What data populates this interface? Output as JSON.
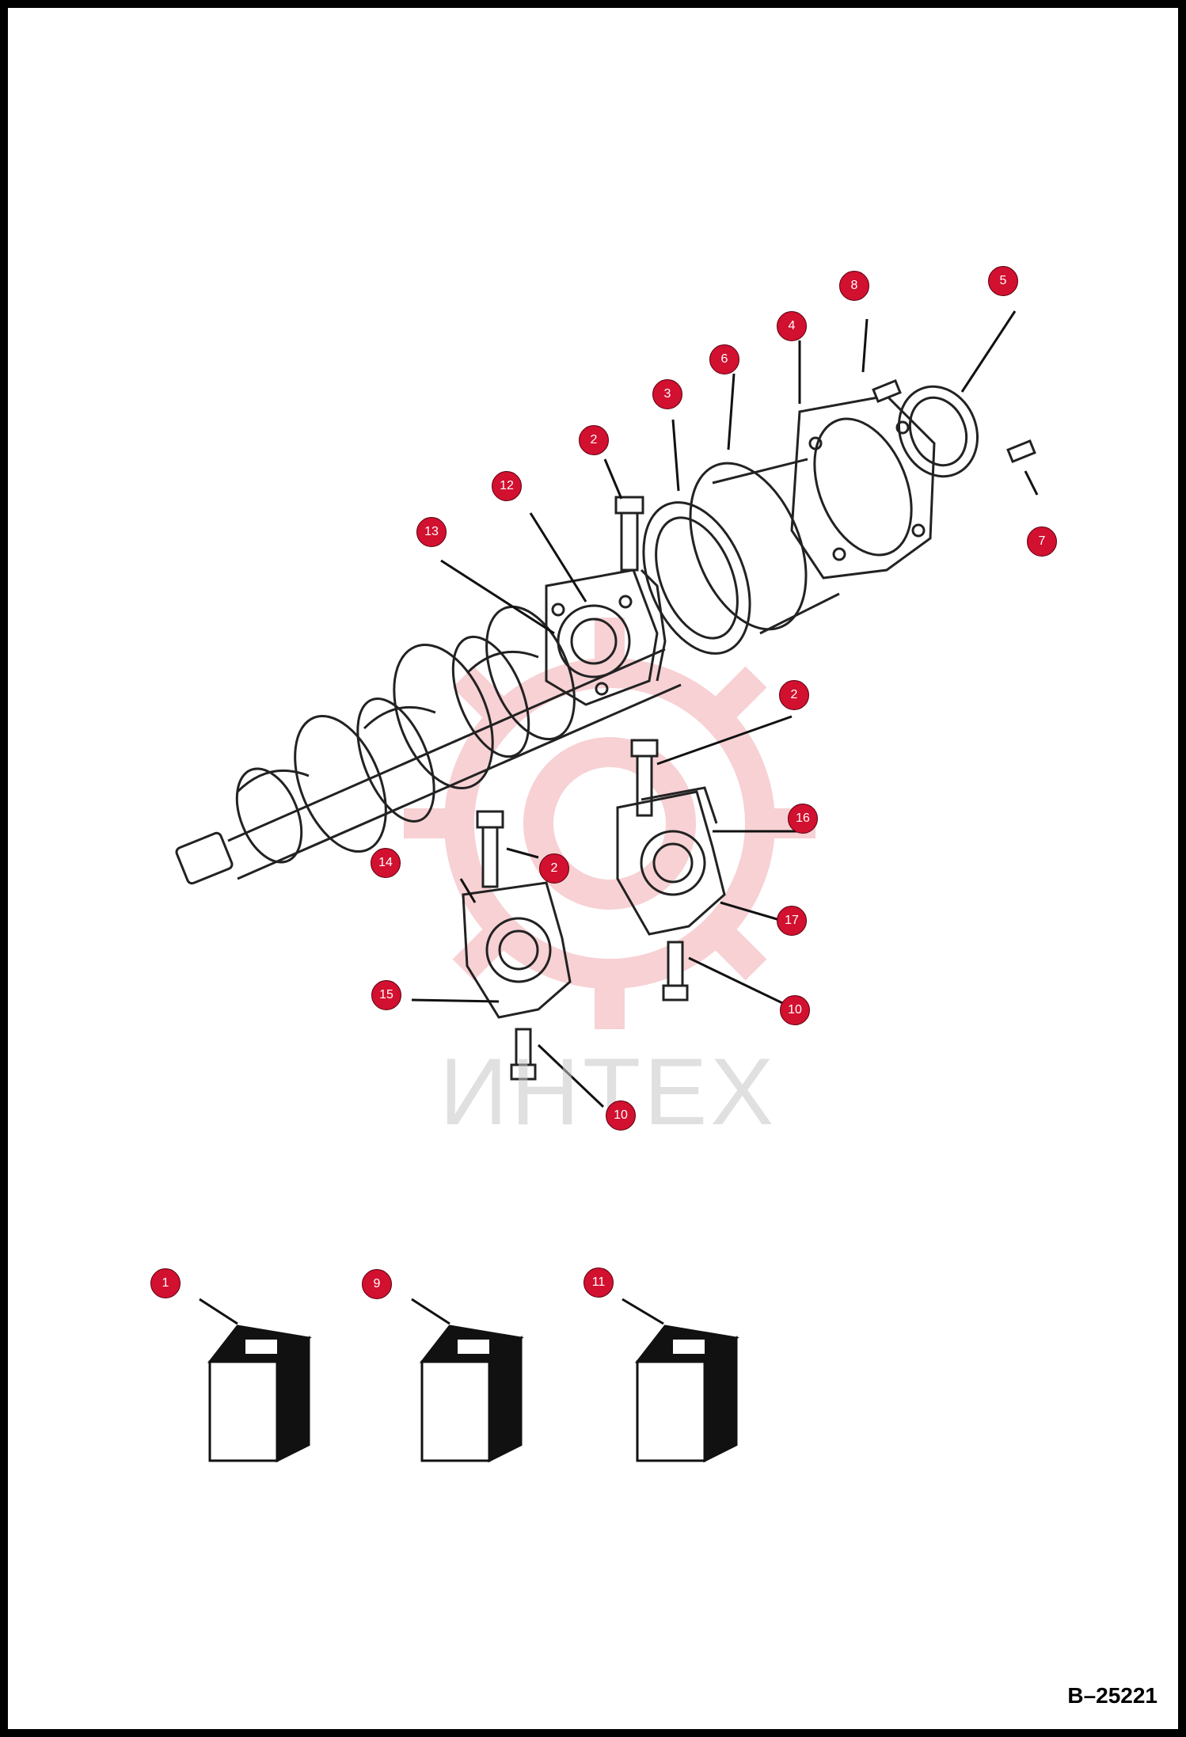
{
  "figure_number": "B–25221",
  "watermark": "ИНТЕХ",
  "colors": {
    "callout_fill": "#d2102f",
    "frame": "#000000",
    "watermark_logo": "#f2b3b8"
  },
  "callouts": [
    {
      "id": "c8",
      "label": "8"
    },
    {
      "id": "c5",
      "label": "5"
    },
    {
      "id": "c4",
      "label": "4"
    },
    {
      "id": "c6",
      "label": "6"
    },
    {
      "id": "c3",
      "label": "3"
    },
    {
      "id": "c2a",
      "label": "2"
    },
    {
      "id": "c12",
      "label": "12"
    },
    {
      "id": "c13",
      "label": "13"
    },
    {
      "id": "c7",
      "label": "7"
    },
    {
      "id": "c2b",
      "label": "2"
    },
    {
      "id": "c16",
      "label": "16"
    },
    {
      "id": "c14",
      "label": "14"
    },
    {
      "id": "c2c",
      "label": "2"
    },
    {
      "id": "c17",
      "label": "17"
    },
    {
      "id": "c15",
      "label": "15"
    },
    {
      "id": "c10a",
      "label": "10"
    },
    {
      "id": "c10b",
      "label": "10"
    },
    {
      "id": "c1",
      "label": "1"
    },
    {
      "id": "c9",
      "label": "9"
    },
    {
      "id": "c11",
      "label": "11"
    }
  ]
}
